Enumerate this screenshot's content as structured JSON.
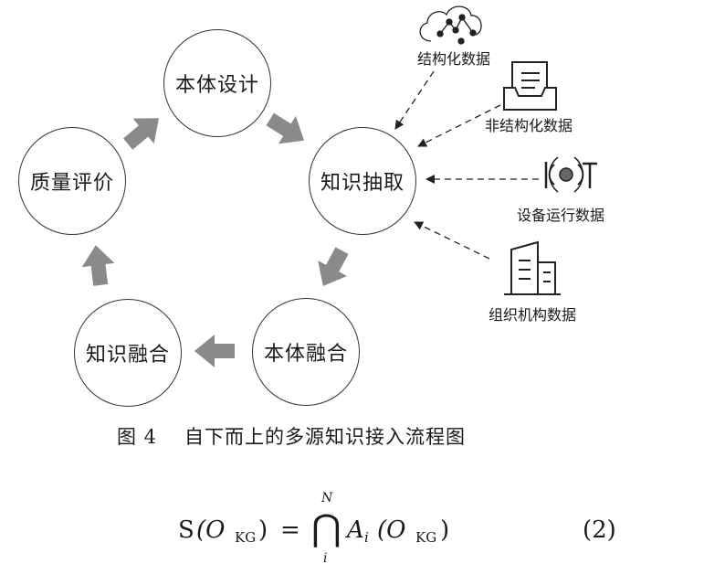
{
  "nodes": {
    "ontology_design": "本体设计",
    "knowledge_extraction": "知识抽取",
    "ontology_fusion": "本体融合",
    "knowledge_fusion": "知识融合",
    "quality_evaluation": "质量评价"
  },
  "sources": {
    "structured": {
      "label": "结构化数据",
      "icon": "cloud-network-icon"
    },
    "unstructured": {
      "label": "非结构化数据",
      "icon": "document-tray-icon"
    },
    "device": {
      "label": "设备运行数据",
      "icon": "iot-sensor-icon"
    },
    "organization": {
      "label": "组织机构数据",
      "icon": "office-building-icon"
    }
  },
  "caption": {
    "figure_no": "图 4",
    "text": "自下而上的多源知识接入流程图"
  },
  "formula": {
    "lhs_S": "S",
    "lhs_arg": "(O",
    "lhs_sub": "KG",
    "lhs_close": ")",
    "equals": "=",
    "operator": "⋂",
    "upper": "N",
    "lower": "i",
    "rhs_A": "A",
    "rhs_sub_i": "i",
    "rhs_arg": "(O",
    "rhs_sub": "KG",
    "rhs_close": ")",
    "number": "(2)"
  },
  "colors": {
    "arrow_fill": "#8a8a8a",
    "stroke": "#333333"
  }
}
